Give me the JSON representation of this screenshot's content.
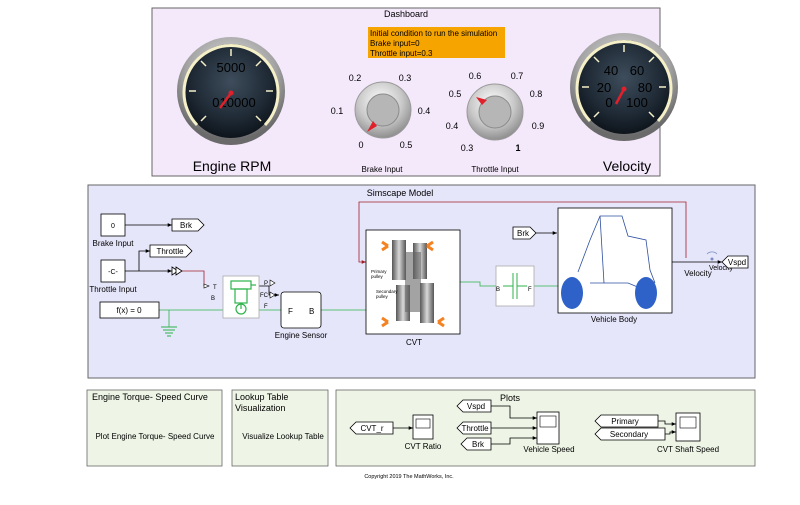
{
  "dashboard": {
    "title": "Dashboard",
    "note": [
      "Initial condition to run the simulation",
      "Brake input=0",
      "Throttle input=0.3"
    ],
    "note_color": "#f6a400",
    "engine_gauge": {
      "labels": [
        "5000",
        "010000"
      ],
      "title": "Engine RPM"
    },
    "velocity_gauge": {
      "labels": [
        "40",
        "60",
        "20",
        "80",
        "0",
        "100"
      ],
      "title": "Velocity"
    },
    "brake_knob": {
      "ticks": [
        "0.2",
        "0.3",
        "0.1",
        "0.4",
        "0",
        "0.5"
      ],
      "title": "Brake Input",
      "value": 0
    },
    "throttle_knob": {
      "ticks": [
        "0.6",
        "0.7",
        "0.5",
        "0.8",
        "0.4",
        "0.9",
        "0.3",
        "1"
      ],
      "title": "Throttle Input",
      "value": 0.3
    }
  },
  "model": {
    "title": "Simscape Model",
    "brake_const": "0",
    "brake_const_label": "Brake Input",
    "throttle_const": "-C-",
    "throttle_const_label": "Throttle Input",
    "brk_tag": "Brk",
    "throttle_tag": "Throttle",
    "fx_block": "f(x) = 0",
    "engine_ports": {
      "t": "T",
      "b": "B",
      "p": "P",
      "fc": "FC",
      "f": "F"
    },
    "sensor_ports": {
      "f": "F",
      "b": "B"
    },
    "sensor_label": "Engine Sensor",
    "cvt_label": "CVT",
    "cvt_primary": "Primary\npulley",
    "cvt_secondary": "Secondary\npulley",
    "clutch_ports": {
      "b": "B",
      "f": "F"
    },
    "vehicle_brk_tag": "Brk",
    "vehicle_label": "Vehicle Body",
    "velocity_scope_label": "Velocity",
    "velocity_label": "Velocity",
    "vspd_tag": "Vspd"
  },
  "torque_panel": {
    "title": "Engine Torque- Speed Curve",
    "link": "Plot Engine Torque- Speed Curve"
  },
  "lookup_panel": {
    "title": [
      "Lookup Table",
      "Visualization"
    ],
    "link": "Visualize Lookup Table"
  },
  "plots": {
    "title": "Plots",
    "cvt_r_tag": "CVT_r",
    "cvt_scope_label": "CVT Ratio",
    "vspd_tag": "Vspd",
    "throttle_tag": "Throttle",
    "brk_tag": "Brk",
    "vehicle_scope_label": "Vehicle Speed",
    "primary_tag": "Primary",
    "secondary_tag": "Secondary",
    "shaft_scope_label": "CVT Shaft Speed"
  },
  "copyright": "Copyright 2019 The MathWorks, Inc.",
  "colors": {
    "link": "#0000c8",
    "signal": "#000000",
    "physical": "#2db34a",
    "feedback": "#a0202a",
    "panel_pink": "#f4e8fb",
    "panel_blue": "#e6e6fb",
    "panel_green": "#eef5e6"
  }
}
